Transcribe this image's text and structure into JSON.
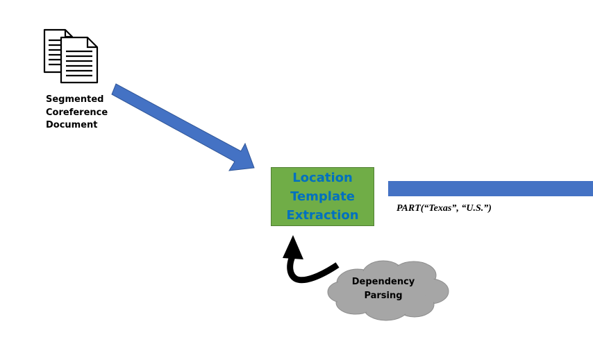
{
  "input_document": {
    "icon": "documents-icon",
    "label_lines": [
      "Segmented",
      "Coreference",
      "Document"
    ]
  },
  "template_box": {
    "label_lines": [
      "Location",
      "Template",
      "Extraction"
    ],
    "fill_color": "#70ad47",
    "text_color": "#0070c0"
  },
  "output": {
    "text": "PART(“Texas”, “U.S.”)",
    "bar_color": "#4472c4"
  },
  "dependency_cloud": {
    "label_lines": [
      "Dependency",
      "Parsing"
    ],
    "fill_color": "#a6a6a6"
  },
  "arrow_color": "#4472c4"
}
